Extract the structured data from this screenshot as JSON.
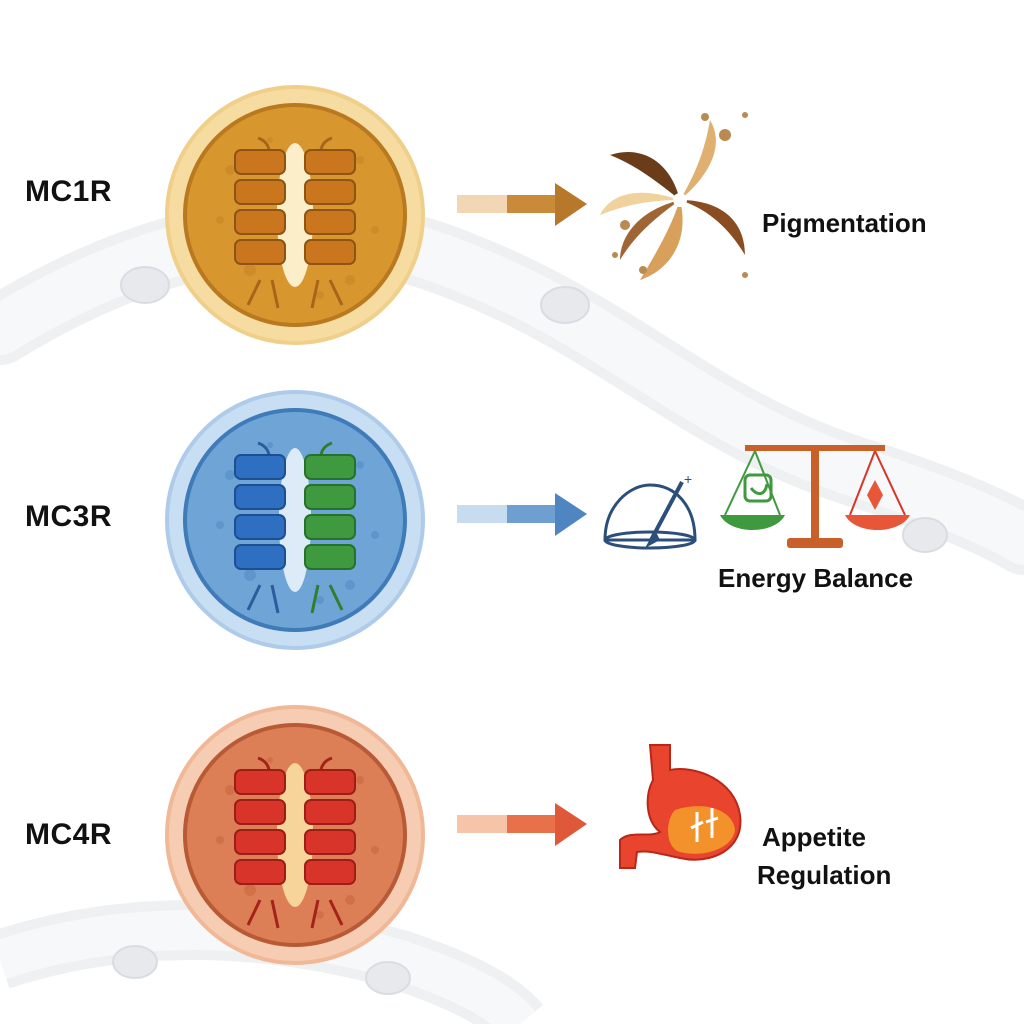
{
  "rows": [
    {
      "receptor": "MC1R",
      "effect": "Pigmentation",
      "effect_icon": "pigment-swirl-icon",
      "color_main": "#d8962f",
      "color_helix": "#c9761f",
      "color_light": "#f6dca0"
    },
    {
      "receptor": "MC3R",
      "effect": "Energy Balance",
      "effect_icon": "balance-scale-icon",
      "color_main": "#6ea4d6",
      "color_helix": "#2f6fc2",
      "color_helix_2": "#3f9a3f",
      "color_light": "#c8def2"
    },
    {
      "receptor": "MC4R",
      "effect_line1": "Appetite",
      "effect_line2": "Regulation",
      "effect_icon": "stomach-icon",
      "color_main": "#dd7f56",
      "color_helix": "#d8342a",
      "color_light": "#f6cdb2"
    }
  ]
}
